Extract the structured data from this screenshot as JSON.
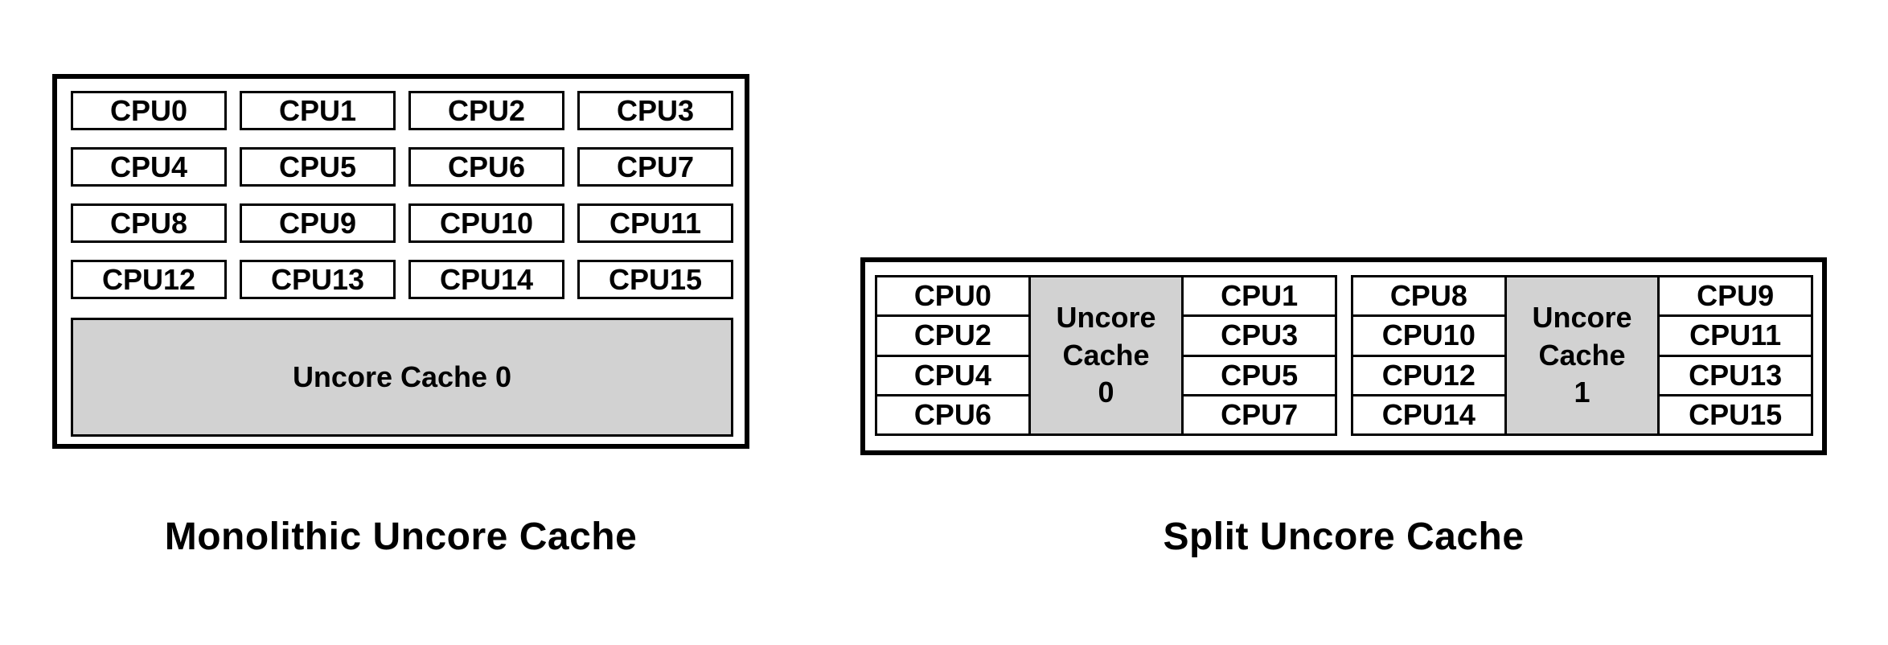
{
  "monolithic": {
    "caption": "Monolithic Uncore Cache",
    "cpus": [
      "CPU0",
      "CPU1",
      "CPU2",
      "CPU3",
      "CPU4",
      "CPU5",
      "CPU6",
      "CPU7",
      "CPU8",
      "CPU9",
      "CPU10",
      "CPU11",
      "CPU12",
      "CPU13",
      "CPU14",
      "CPU15"
    ],
    "cache_label": "Uncore Cache 0"
  },
  "split": {
    "caption": "Split Uncore Cache",
    "clusters": [
      {
        "left_cpus": [
          "CPU0",
          "CPU2",
          "CPU4",
          "CPU6"
        ],
        "cache_lines": [
          "Uncore",
          "Cache",
          "0"
        ],
        "right_cpus": [
          "CPU1",
          "CPU3",
          "CPU5",
          "CPU7"
        ]
      },
      {
        "left_cpus": [
          "CPU8",
          "CPU10",
          "CPU12",
          "CPU14"
        ],
        "cache_lines": [
          "Uncore",
          "Cache",
          "1"
        ],
        "right_cpus": [
          "CPU9",
          "CPU11",
          "CPU13",
          "CPU15"
        ]
      }
    ]
  },
  "colors": {
    "cache_fill": "#d2d2d2",
    "line": "#000000",
    "background": "#ffffff",
    "text": "#000000"
  }
}
